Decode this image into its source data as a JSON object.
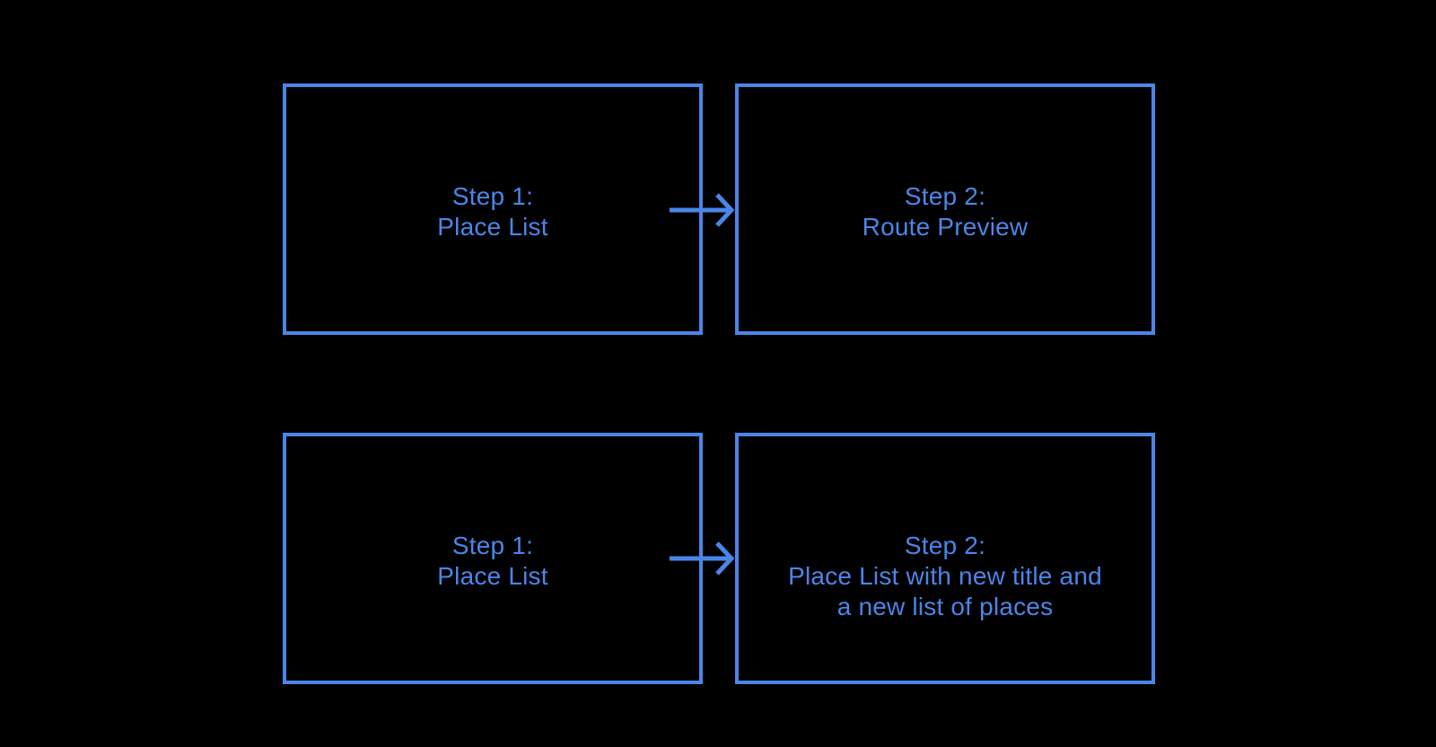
{
  "colors": {
    "accent": "#4a86e8",
    "background": "#000000"
  },
  "flow": {
    "rows": [
      {
        "source": {
          "lines": [
            "Step 1:",
            "Place List"
          ]
        },
        "target": {
          "lines": [
            "Step 2:",
            "Route Preview"
          ]
        }
      },
      {
        "source": {
          "lines": [
            "Step 1:",
            "Place List"
          ]
        },
        "target": {
          "lines": [
            "Step 2:",
            "Place List with new title and",
            "a new list of places"
          ]
        }
      }
    ]
  }
}
